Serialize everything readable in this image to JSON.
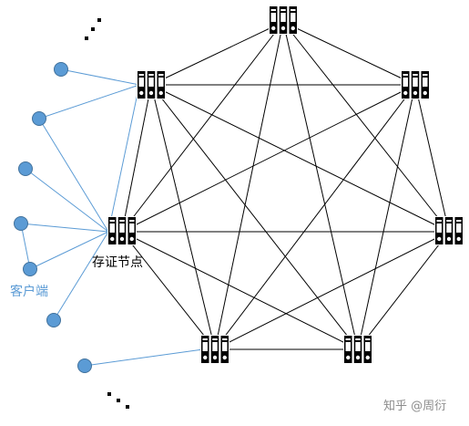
{
  "diagram": {
    "node_label": "存证节点",
    "client_label": "客户端",
    "watermark": "知乎 @周衍",
    "colors": {
      "mesh_line": "#000000",
      "client_line": "#5b9bd5",
      "client_fill": "#5b9bd5",
      "server_icon": "#000000"
    },
    "icons": {
      "node": "server-rack-icon",
      "client": "circle-dot"
    }
  }
}
